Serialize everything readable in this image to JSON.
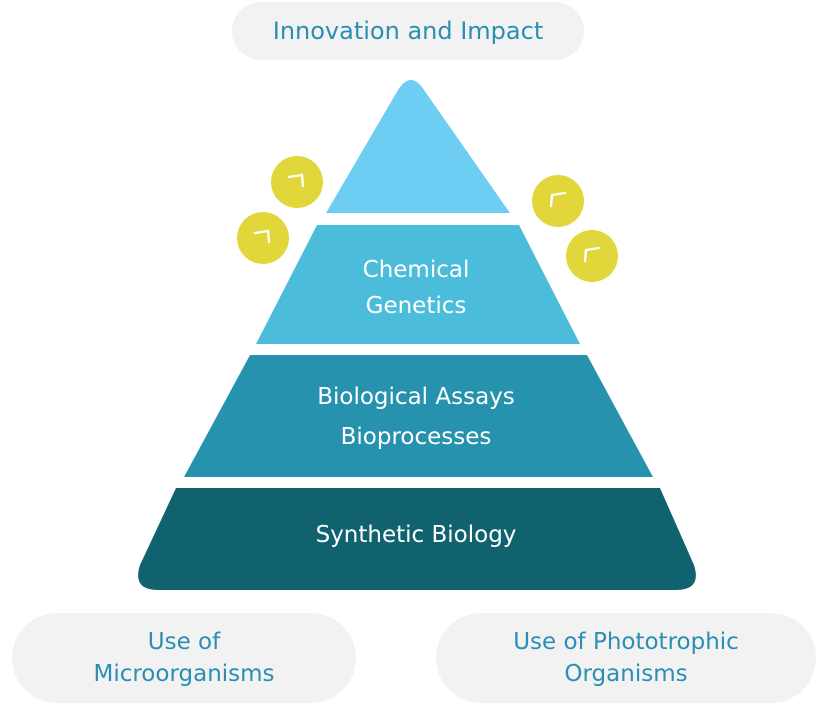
{
  "top_label": "Innovation and Impact",
  "tiers": [
    {
      "name": "apex",
      "lines": []
    },
    {
      "name": "chemical-genetics",
      "lines": [
        "Chemical",
        "Genetics"
      ]
    },
    {
      "name": "assays-bioprocesses",
      "lines": [
        "Biological Assays",
        "Bioprocesses"
      ]
    },
    {
      "name": "synthetic-biology",
      "lines": [
        "Synthetic Biology"
      ]
    }
  ],
  "bottom_labels": {
    "left": [
      "Use of",
      "Microorganisms"
    ],
    "right": [
      "Use of Phototrophic",
      "Organisms"
    ]
  },
  "colors": {
    "apex": "#6dcdf3",
    "tier2": "#4bbcd9",
    "tier3": "#2792ae",
    "tier4": "#10626e",
    "label_text": "#2a8fb3",
    "pill_bg": "#f2f2f2",
    "coin": "#e2d73a"
  },
  "icons": {
    "coin": "corner-arrow-icon"
  }
}
